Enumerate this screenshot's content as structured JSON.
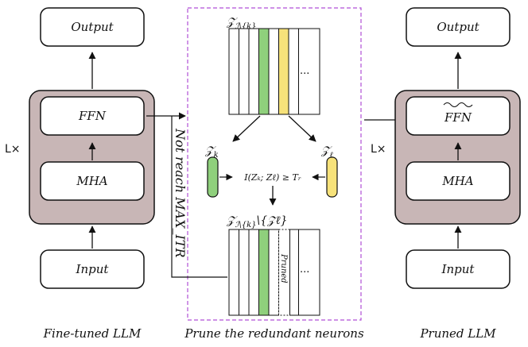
{
  "left_model": {
    "output_label": "Output",
    "ffn_label": "FFN",
    "mha_label": "MHA",
    "input_label": "Input",
    "layers_label": "L×",
    "caption": "Fine-tuned LLM"
  },
  "middle": {
    "top_matrix_label": "𝒵",
    "top_matrix_subscript": "ℐ\\{k}",
    "left_vector_label": "𝒵",
    "left_vector_subscript": "k",
    "right_vector_label": "𝒵",
    "right_vector_subscript": "ℓ",
    "criterion": "I(Zₖ; Zℓ) ≥ Tᵣ",
    "bottom_matrix_label": "𝒵",
    "bottom_matrix_subscript": "ℐ\\{k}",
    "bottom_matrix_suffix": "\\{𝒵ℓ}",
    "ellipsis_top": "...",
    "ellipsis_bottom": "...",
    "pruned_label": "Pruned",
    "loop_label": "Not reach MAX_ITR",
    "caption": "Prune the redundant neurons"
  },
  "right_model": {
    "output_label": "Output",
    "ffn_label": "FFN",
    "mha_label": "MHA",
    "input_label": "Input",
    "layers_label": "L×",
    "caption": "Pruned LLM"
  },
  "colors": {
    "layer_fill": "#c8b6b6",
    "green": "#8fd07c",
    "yellow": "#f7e27a",
    "dashed_border": "#b04fd6"
  }
}
